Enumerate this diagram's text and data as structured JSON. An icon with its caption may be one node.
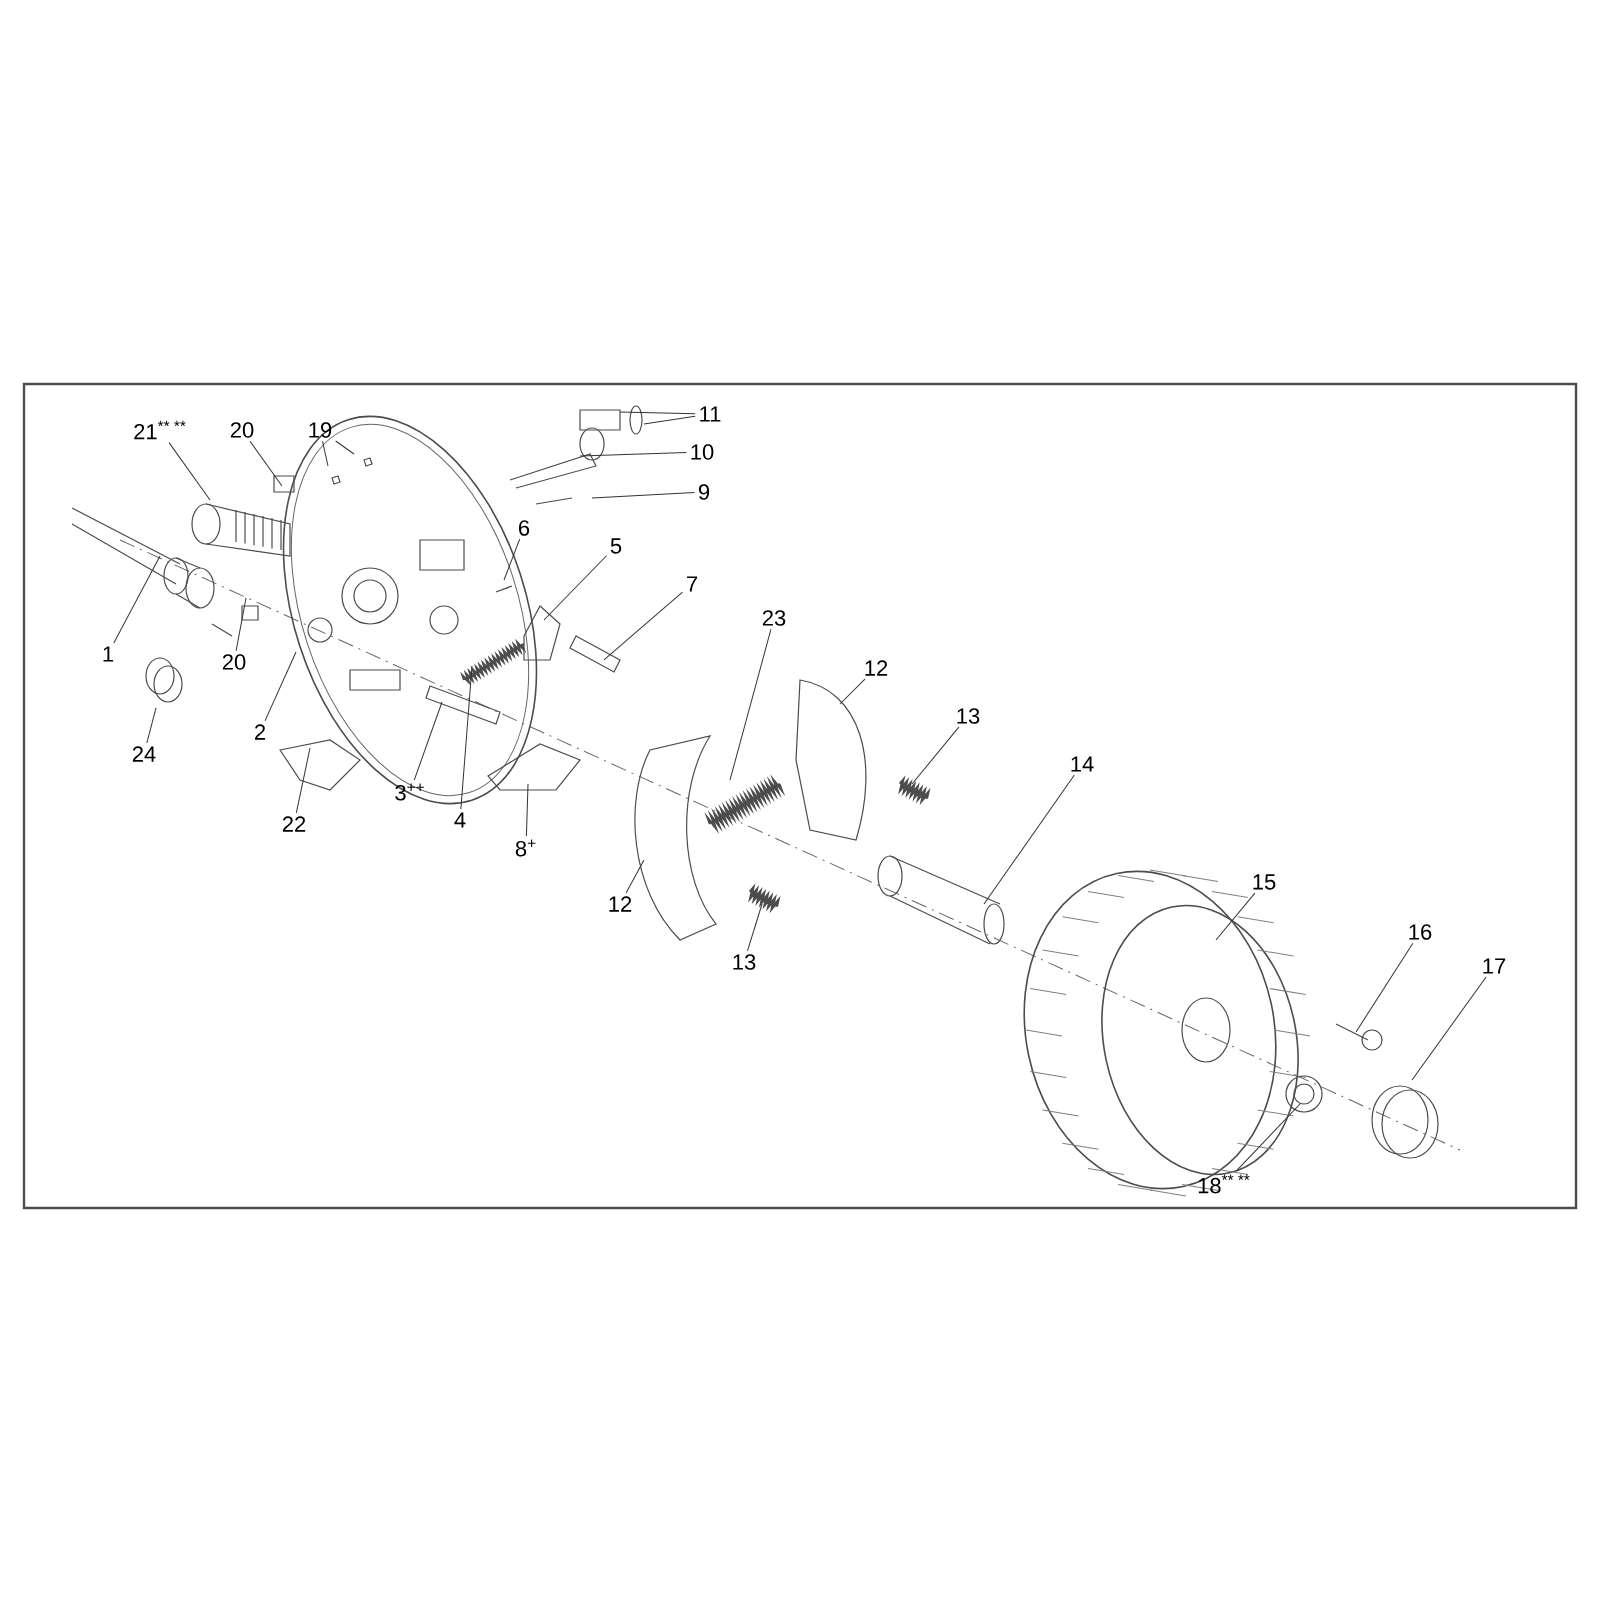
{
  "diagram": {
    "nodes": [
      {
        "text": [
          "21$^{** **}$"
        ]
      },
      {
        "text": [
          "20"
        ]
      },
      {
        "text": [
          "19"
        ]
      },
      {
        "text": [
          "11"
        ]
      },
      {
        "text": [
          "10"
        ]
      },
      {
        "text": [
          "9"
        ]
      },
      {
        "text": [
          "6"
        ]
      },
      {
        "text": [
          "5"
        ]
      },
      {
        "text": [
          "7"
        ]
      },
      {
        "text": [
          "23"
        ]
      },
      {
        "text": [
          "1"
        ]
      },
      {
        "text": [
          "20"
        ]
      },
      {
        "text": [
          "12"
        ]
      },
      {
        "text": [
          "2"
        ]
      },
      {
        "text": [
          "13"
        ]
      },
      {
        "text": [
          "24"
        ]
      },
      {
        "text": [
          "14"
        ]
      },
      {
        "text": [
          "3$^{++}$"
        ]
      },
      {
        "text": [
          "4"
        ]
      },
      {
        "text": [
          "22"
        ]
      },
      {
        "text": [
          "8$^{+}$"
        ]
      },
      {
        "text": [
          "12"
        ]
      },
      {
        "text": [
          "15"
        ]
      },
      {
        "text": [
          "16"
        ]
      },
      {
        "text": [
          "13"
        ]
      },
      {
        "text": [
          "17"
        ]
      },
      {
        "text": [
          "18$^{** **}$"
        ]
      }
    ],
    "edges": [
      {
        "from": 0,
        "to": null,
        "arrow": "none"
      },
      {
        "from": 1,
        "to": null,
        "arrow": "none"
      },
      {
        "from": 2,
        "to": null,
        "arrow": "none"
      },
      {
        "from": 2,
        "to": null,
        "arrow": "none"
      },
      {
        "from": 3,
        "to": null,
        "arrow": "none"
      },
      {
        "from": 3,
        "to": null,
        "arrow": "none"
      },
      {
        "from": 4,
        "to": null,
        "arrow": "none"
      },
      {
        "from": 5,
        "to": null,
        "arrow": "none"
      },
      {
        "from": 6,
        "to": null,
        "arrow": "none"
      },
      {
        "from": 7,
        "to": null,
        "arrow": "none"
      },
      {
        "from": 8,
        "to": null,
        "arrow": "none"
      },
      {
        "from": 9,
        "to": null,
        "arrow": "none"
      },
      {
        "from": 10,
        "to": null,
        "arrow": "none"
      },
      {
        "from": 11,
        "to": null,
        "arrow": "none"
      },
      {
        "from": 12,
        "to": null,
        "arrow": "none"
      },
      {
        "from": 13,
        "to": null,
        "arrow": "none"
      },
      {
        "from": 14,
        "to": null,
        "arrow": "none"
      },
      {
        "from": 15,
        "to": null,
        "arrow": "none"
      },
      {
        "from": 16,
        "to": null,
        "arrow": "none"
      },
      {
        "from": 17,
        "to": null,
        "arrow": "none"
      },
      {
        "from": 18,
        "to": null,
        "arrow": "none"
      },
      {
        "from": 19,
        "to": null,
        "arrow": "none"
      },
      {
        "from": 20,
        "to": null,
        "arrow": "none"
      },
      {
        "from": 21,
        "to": null,
        "arrow": "none"
      },
      {
        "from": 22,
        "to": null,
        "arrow": "none"
      },
      {
        "from": 23,
        "to": null,
        "arrow": "none"
      },
      {
        "from": 24,
        "to": null,
        "arrow": "none"
      },
      {
        "from": 25,
        "to": null,
        "arrow": "none"
      },
      {
        "from": 26,
        "to": null,
        "arrow": "none"
      }
    ]
  }
}
